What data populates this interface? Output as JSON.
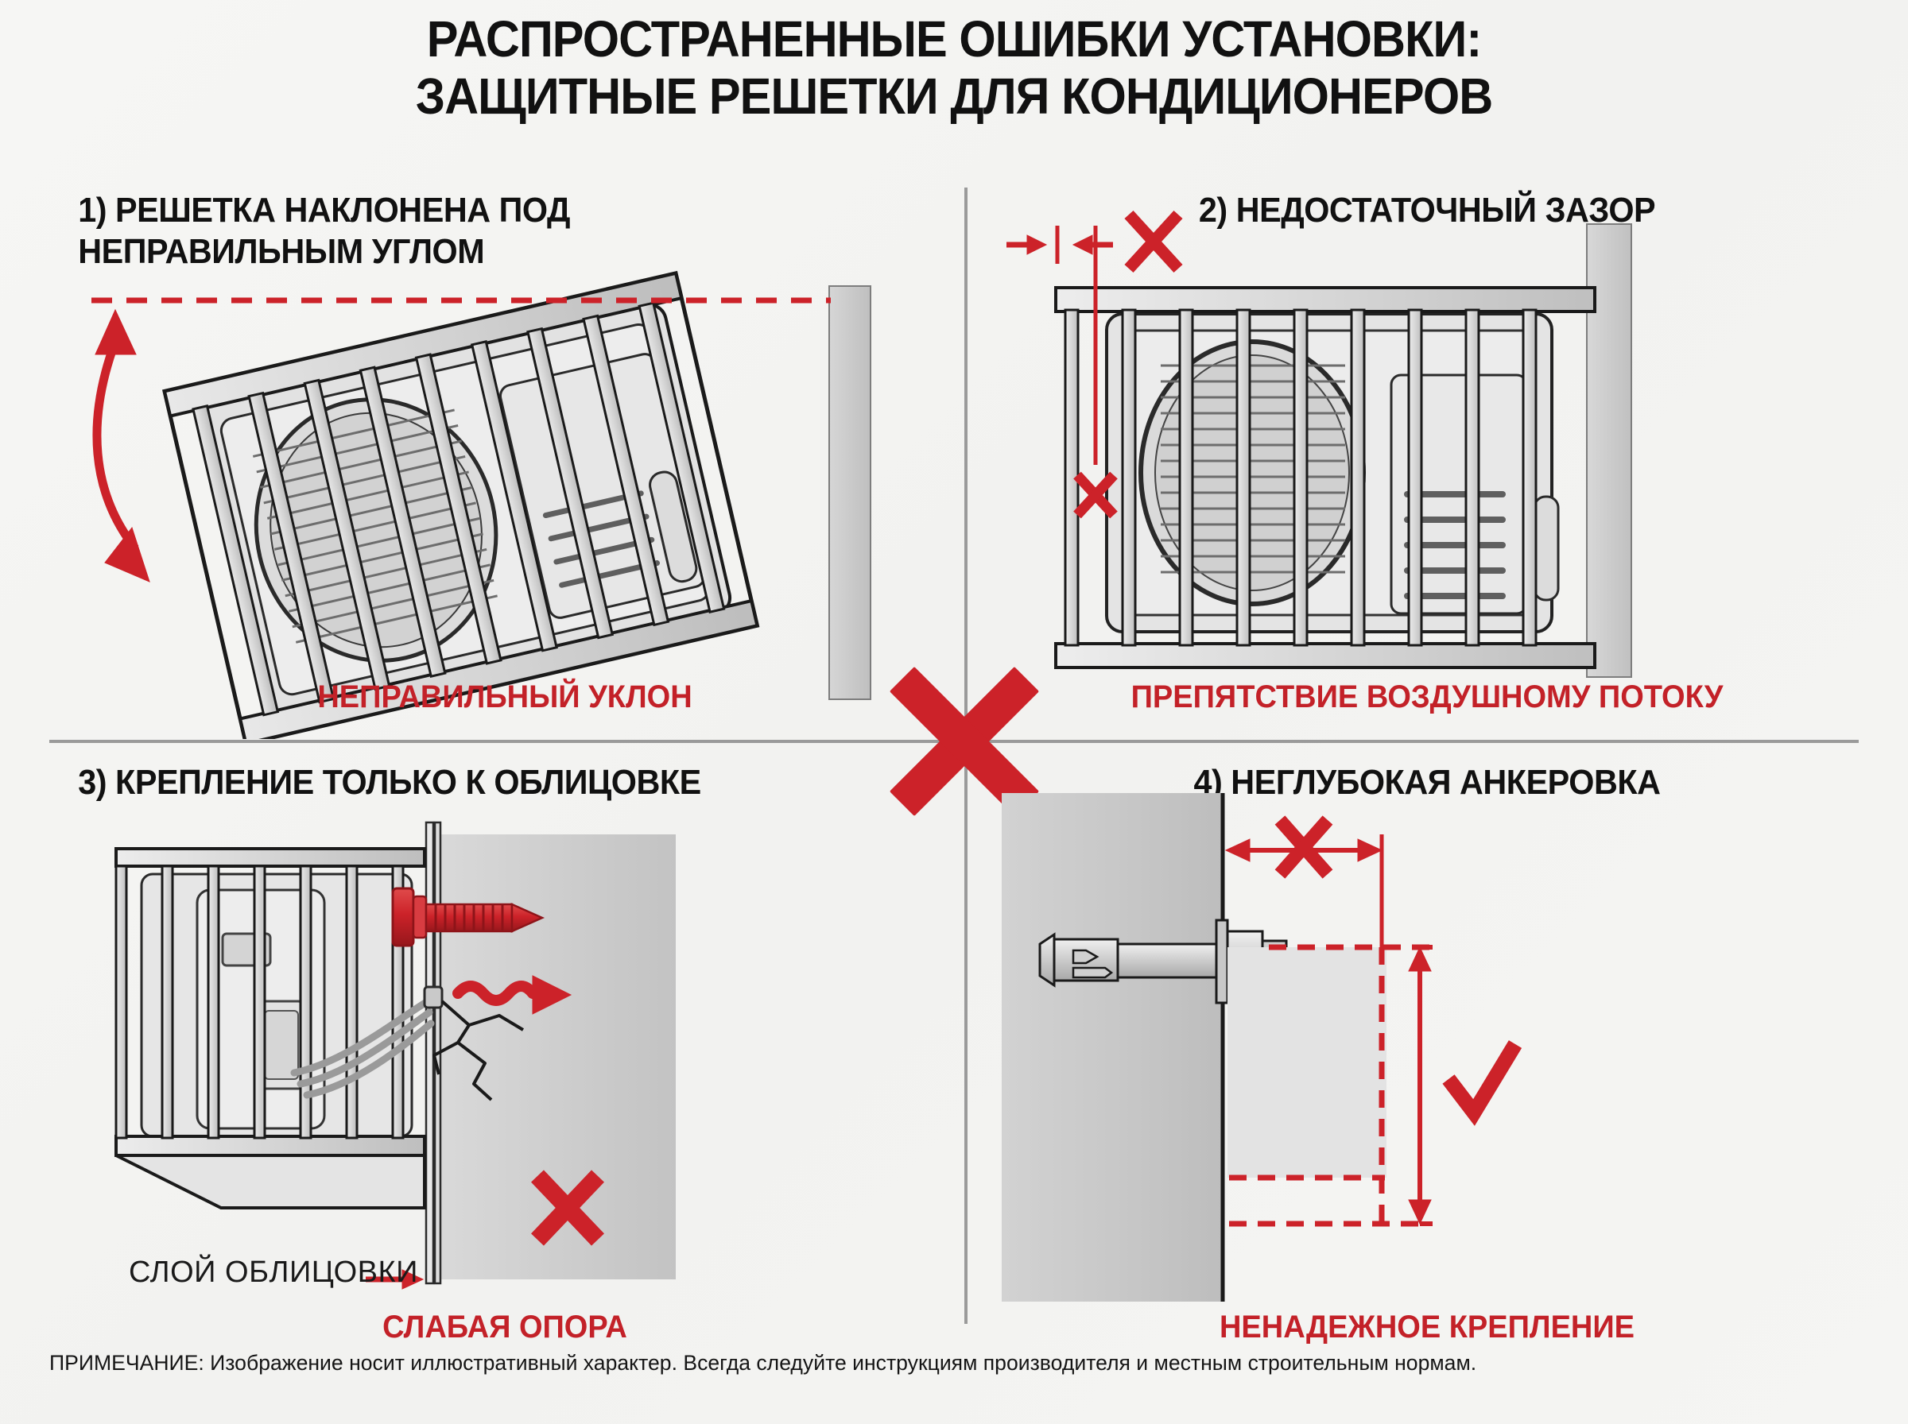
{
  "colors": {
    "red": "#cc2229",
    "caption_red": "#c32128",
    "black": "#111111",
    "wall_grey": "#c9c9c9",
    "metal_grey": "#d8d8d8",
    "background": "#f4f4f2",
    "divider": "#9a9a9a"
  },
  "header": {
    "title_line_1": "РАСПРОСТРАНЕННЫЕ ОШИБКИ УСТАНОВКИ:",
    "title_line_2": "ЗАЩИТНЫЕ РЕШЕТКИ ДЛЯ КОНДИЦИОНЕРОВ"
  },
  "center_marker": {
    "icon": "big-red-x-icon"
  },
  "panels": [
    {
      "id": 1,
      "heading_line_1": "1) РЕШЕТКА НАКЛОНЕНА ПОД",
      "heading_line_2": "НЕПРАВИЛЬНЫМ УГЛОМ",
      "caption": "НЕПРАВИЛЬНЫЙ УКЛОН",
      "illustration": "tilted-grille-over-ac-unit-on-wall",
      "markers": [
        "red-dashed-horizontal-reference-line",
        "red-curved-double-arrow"
      ]
    },
    {
      "id": 2,
      "heading_line_1": "2) НЕДОСТАТОЧНЫЙ ЗАЗОР",
      "heading_line_2": "",
      "caption": "ПРЕПЯТСТВИЕ ВОЗДУШНОМУ ПОТОКУ",
      "illustration": "front-view-grille-tight-against-ac-unit",
      "markers": [
        "red-gap-dimension-arrows",
        "red-x-icon-top",
        "red-vertical-line-with-x"
      ]
    },
    {
      "id": 3,
      "heading_line_1": "3) КРЕПЛЕНИЕ ТОЛЬКО К ОБЛИЦОВКЕ",
      "heading_line_2": "",
      "caption": "СЛАБАЯ ОПОРА",
      "callout_label": "СЛОЙ ОБЛИЦОВКИ",
      "illustration": "grille-fixed-only-into-cladding-layer",
      "markers": [
        "red-screw-icon",
        "red-wavy-pullout-arrow",
        "crack-lines",
        "red-x-icon"
      ]
    },
    {
      "id": 4,
      "heading_line_1": "4) НЕГЛУБОКАЯ АНКЕРОВКА",
      "heading_line_2": "",
      "caption": "НЕНАДЕЖНОЕ КРЕПЛЕНИЕ",
      "illustration": "wedge-anchor-shallow-embedment-in-wall",
      "markers": [
        "red-horizontal-dimension-arrow-with-x",
        "red-dashed-outline",
        "red-vertical-dimension-arrow",
        "red-check-icon"
      ]
    }
  ],
  "footer": {
    "note": "ПРИМЕЧАНИЕ: Изображение носит иллюстративный характер. Всегда следуйте инструкциям производителя и местным строительным нормам."
  }
}
